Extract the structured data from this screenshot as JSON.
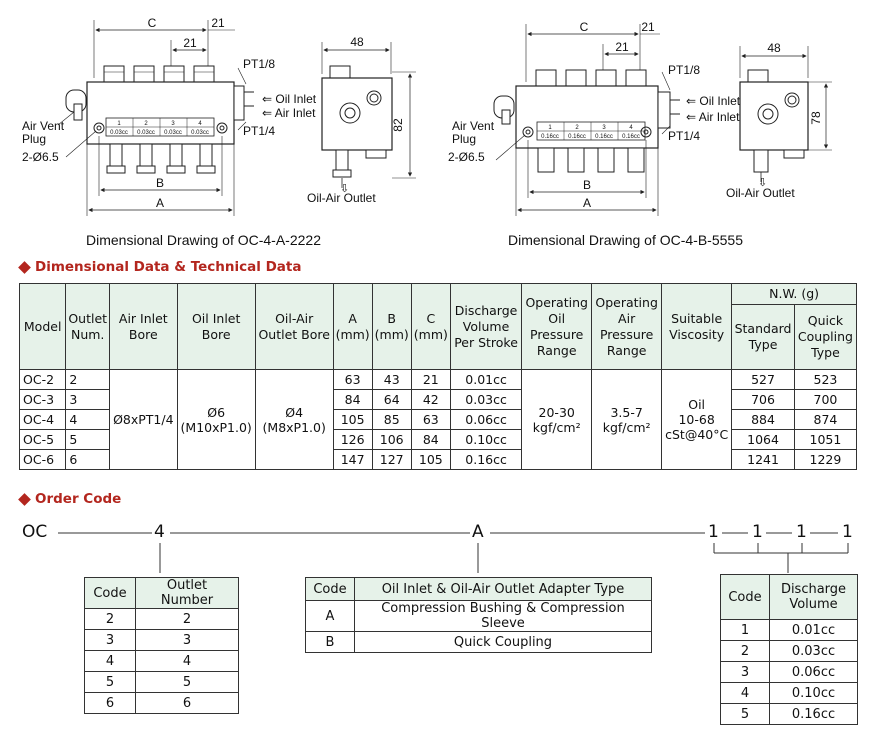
{
  "drawings": {
    "left": {
      "caption": "Dimensional Drawing of OC-4-A-2222",
      "dim_c": "C",
      "dim_21": "21",
      "dim_b": "B",
      "dim_a": "A",
      "dim_48": "48",
      "dim_82": "82",
      "pt18": "PT1/8",
      "pt14": "PT1/4",
      "oil_inlet": "⇐ Oil Inlet",
      "air_inlet": "⇐ Air Inlet",
      "air_vent": "Air Vent",
      "plug": "Plug",
      "holes": "2-Ø6.5",
      "oil_air_outlet": "Oil-Air Outlet",
      "cell_value": "0.03cc",
      "ports": [
        "1",
        "2",
        "3",
        "4"
      ]
    },
    "right": {
      "caption": "Dimensional Drawing of OC-4-B-5555",
      "dim_c": "C",
      "dim_21": "21",
      "dim_b": "B",
      "dim_a": "A",
      "dim_48": "48",
      "dim_78": "78",
      "pt18": "PT1/8",
      "pt14": "PT1/4",
      "oil_inlet": "⇐ Oil Inlet",
      "air_inlet": "⇐ Air Inlet",
      "air_vent": "Air Vent",
      "plug": "Plug",
      "holes": "2-Ø6.5",
      "oil_air_outlet": "Oil-Air Outlet",
      "cell_value": "0.16cc",
      "ports": [
        "1",
        "2",
        "3",
        "4"
      ]
    }
  },
  "spec_section": {
    "title": "Dimensional Data & Technical Data"
  },
  "spec_table": {
    "h_model": "Model",
    "h_outlet": "Outlet Num.",
    "h_air": "Air Inlet Bore",
    "h_oil": "Oil Inlet Bore",
    "h_oilair": "Oil-Air Outlet Bore",
    "h_a": "A (mm)",
    "h_b": "B (mm)",
    "h_c": "C (mm)",
    "h_disc": "Discharge Volume Per Stroke",
    "h_oilp": "Operating Oil Pressure Range",
    "h_airp": "Operating Air Pressure Range",
    "h_visc": "Suitable Viscosity",
    "h_nw": "N.W. (g)",
    "h_std": "Standard Type",
    "h_qc": "Quick Coupling Type",
    "air_bore": "Ø8xPT1/4",
    "oil_bore_1": "Ø6",
    "oil_bore_2": "(M10xP1.0)",
    "oilair_bore_1": "Ø4",
    "oilair_bore_2": "(M8xP1.0)",
    "oilp_1": "20-30",
    "oilp_2": "kgf/cm²",
    "airp_1": "3.5-7",
    "airp_2": "kgf/cm²",
    "visc_1": "Oil",
    "visc_2": "10-68",
    "visc_3": "cSt@40°C",
    "rows": [
      {
        "model": "OC-2",
        "outlet": "2",
        "a": "63",
        "b": "43",
        "c": "21",
        "disc": "0.01cc",
        "std": "527",
        "qc": "523"
      },
      {
        "model": "OC-3",
        "outlet": "3",
        "a": "84",
        "b": "64",
        "c": "42",
        "disc": "0.03cc",
        "std": "706",
        "qc": "700"
      },
      {
        "model": "OC-4",
        "outlet": "4",
        "a": "105",
        "b": "85",
        "c": "63",
        "disc": "0.06cc",
        "std": "884",
        "qc": "874"
      },
      {
        "model": "OC-5",
        "outlet": "5",
        "a": "126",
        "b": "106",
        "c": "84",
        "disc": "0.10cc",
        "std": "1064",
        "qc": "1051"
      },
      {
        "model": "OC-6",
        "outlet": "6",
        "a": "147",
        "b": "127",
        "c": "105",
        "disc": "0.16cc",
        "std": "1241",
        "qc": "1229"
      }
    ]
  },
  "order_section": {
    "title": "Order Code"
  },
  "order_code": {
    "oc": "OC",
    "n": "4",
    "type": "A",
    "d1": "1",
    "d2": "1",
    "d3": "1",
    "d4": "1"
  },
  "outlet_table": {
    "h_code": "Code",
    "h_name": "Outlet Number",
    "rows": [
      {
        "code": "2",
        "val": "2"
      },
      {
        "code": "3",
        "val": "3"
      },
      {
        "code": "4",
        "val": "4"
      },
      {
        "code": "5",
        "val": "5"
      },
      {
        "code": "6",
        "val": "6"
      }
    ]
  },
  "adapter_table": {
    "h_code": "Code",
    "h_name": "Oil Inlet & Oil-Air Outlet Adapter Type",
    "rows": [
      {
        "code": "A",
        "val": "Compression Bushing & Compression Sleeve"
      },
      {
        "code": "B",
        "val": "Quick Coupling"
      }
    ]
  },
  "discharge_table": {
    "h_code": "Code",
    "h_name_1": "Discharge",
    "h_name_2": "Volume",
    "rows": [
      {
        "code": "1",
        "val": "0.01cc"
      },
      {
        "code": "2",
        "val": "0.03cc"
      },
      {
        "code": "3",
        "val": "0.06cc"
      },
      {
        "code": "4",
        "val": "0.10cc"
      },
      {
        "code": "5",
        "val": "0.16cc"
      }
    ]
  }
}
